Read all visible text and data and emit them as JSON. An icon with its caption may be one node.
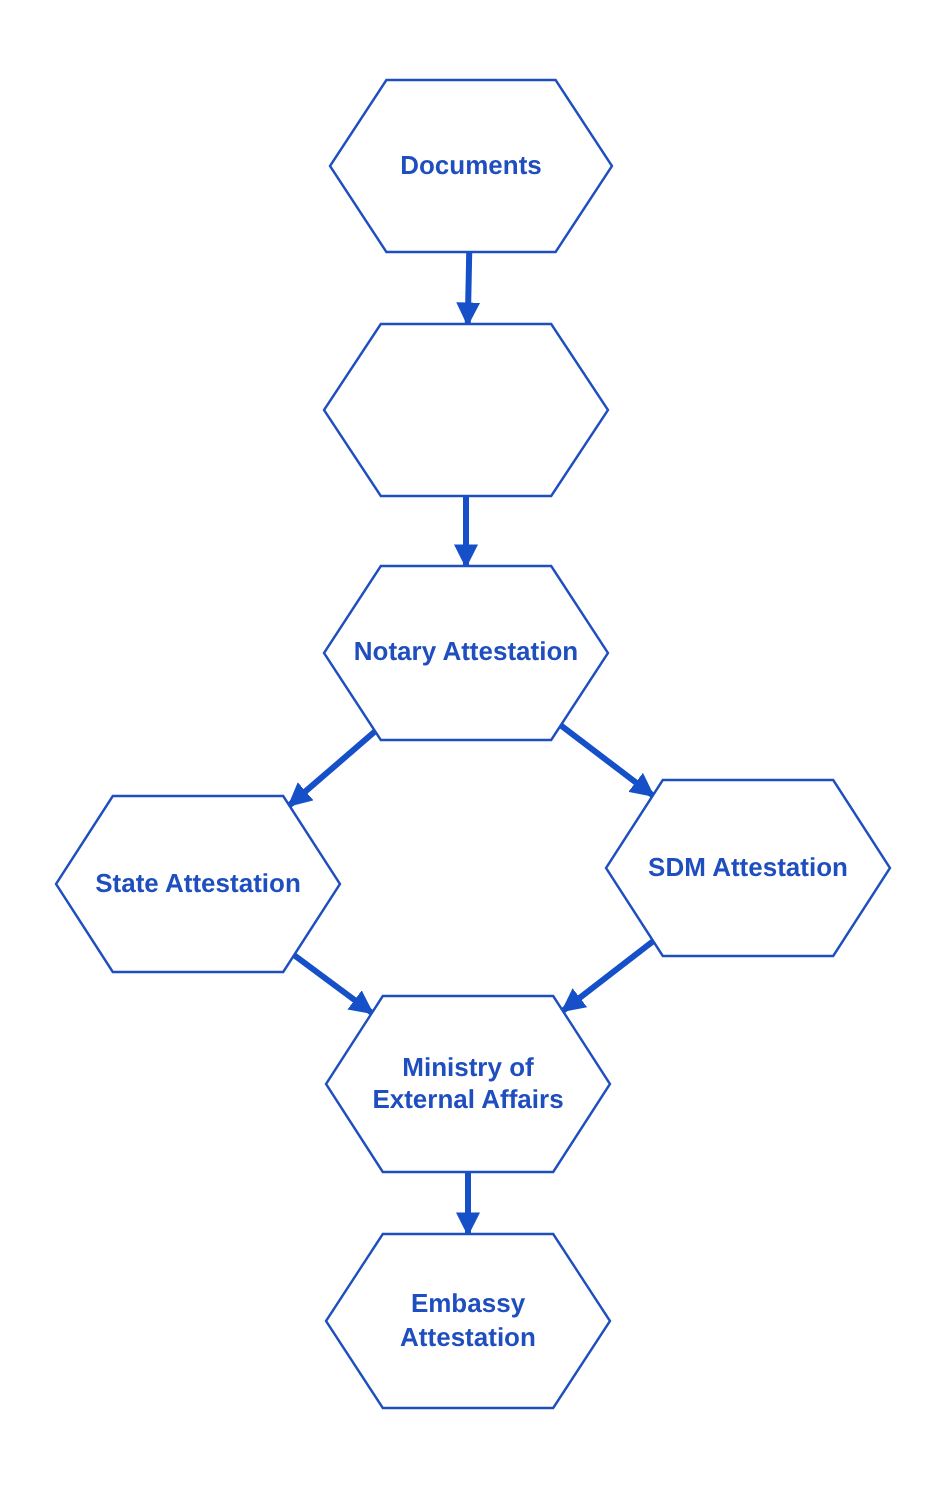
{
  "diagram": {
    "nodes": [
      {
        "text": [
          "Documents"
        ]
      },
      {
        "text": [],
        "shape": "hexagon"
      },
      {
        "text": [
          "Notary Attestation"
        ]
      },
      {
        "text": [
          "State Attestation"
        ]
      },
      {
        "text": [
          "SDM Attestation"
        ]
      },
      {
        "text": [
          "Ministry of External Affairs"
        ]
      },
      {
        "text": [
          "Embassy Attestation"
        ]
      }
    ],
    "edges": [
      {
        "from": 0,
        "to": 1,
        "arrow": "to"
      },
      {
        "from": 1,
        "to": 2,
        "arrow": "to"
      },
      {
        "from": 2,
        "to": 3,
        "arrow": "to"
      },
      {
        "from": 2,
        "to": 4,
        "arrow": "to"
      },
      {
        "from": 3,
        "to": 5,
        "arrow": "to"
      },
      {
        "from": 4,
        "to": 5,
        "arrow": "to"
      },
      {
        "from": 5,
        "to": 6,
        "arrow": "to"
      }
    ]
  }
}
